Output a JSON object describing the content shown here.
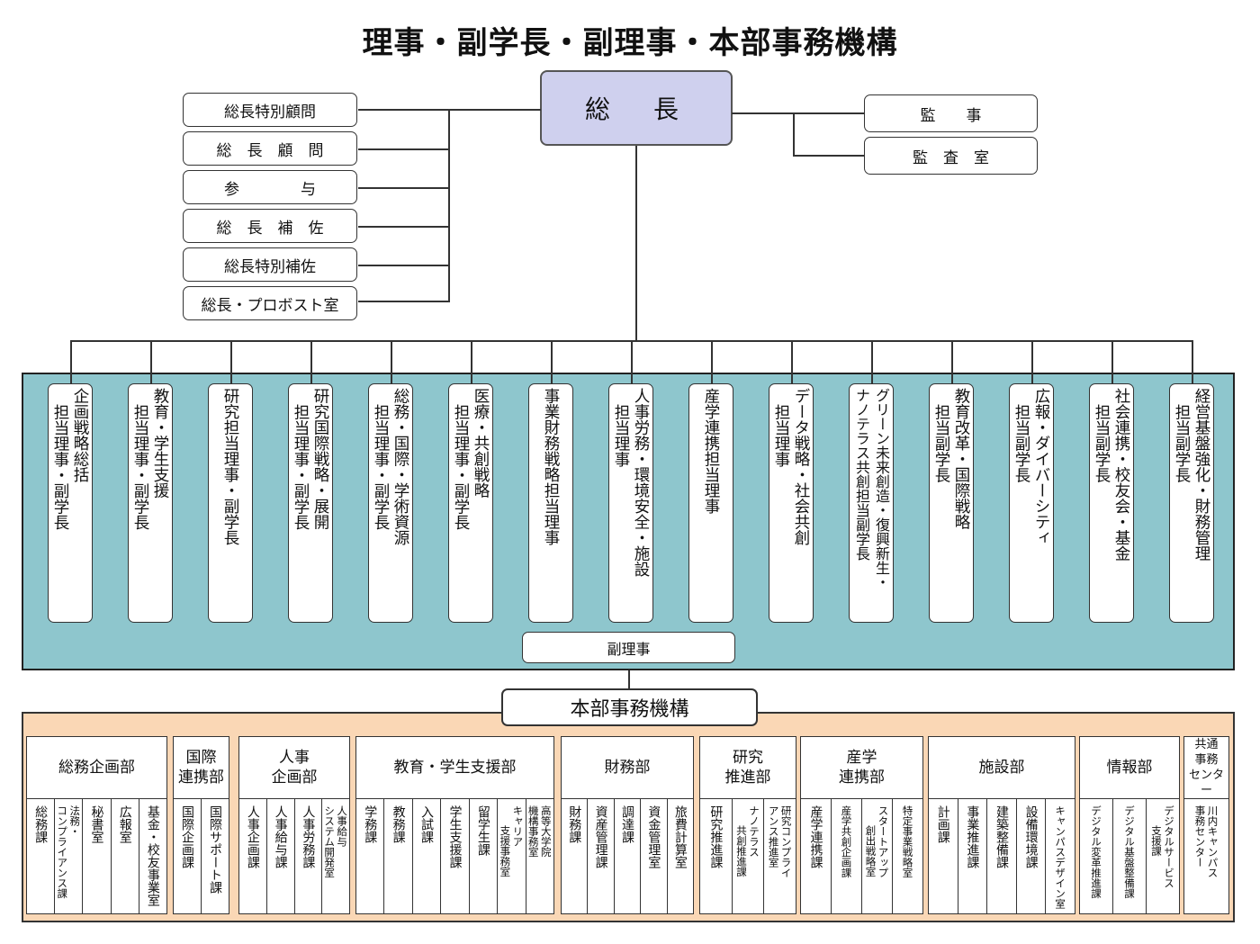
{
  "title": "理事・副学長・副理事・本部事務機構",
  "president": "総　長",
  "advisors": [
    "総長特別顧問",
    "総　長　顧　問",
    "参　　　　与",
    "総　長　補　佐",
    "総長特別補佐",
    "総長・プロボスト室"
  ],
  "auditors": [
    "監　　事",
    "監　査　室"
  ],
  "executives": [
    {
      "l1": "企画戦略総括",
      "l2": "担当理事・副学長"
    },
    {
      "l1": "教育・学生支援",
      "l2": "担当理事・副学長"
    },
    {
      "l1": "研究担当理事・副学長",
      "l2": ""
    },
    {
      "l1": "研究国際戦略・展開",
      "l2": "担当理事・副学長"
    },
    {
      "l1": "総務・国際・学術資源",
      "l2": "担当理事・副学長"
    },
    {
      "l1": "医療・共創戦略",
      "l2": "担当理事・副学長"
    },
    {
      "l1": "事業財務戦略担当理事",
      "l2": ""
    },
    {
      "l1": "人事労務・環境安全・施設",
      "l2": "担当理事"
    },
    {
      "l1": "産学連携担当理事",
      "l2": ""
    },
    {
      "l1": "データ戦略・社会共創",
      "l2": "担当理事"
    },
    {
      "l1": "グリーン未来創造・復興新生・",
      "l2": "ナノテラス共創担当副学長"
    },
    {
      "l1": "教育改革・国際戦略",
      "l2": "担当副学長"
    },
    {
      "l1": "広報・ダイバーシティ",
      "l2": "担当副学長"
    },
    {
      "l1": "社会連携・校友会・基金",
      "l2": "担当副学長"
    },
    {
      "l1": "経営基盤強化・財務管理",
      "l2": "担当副学長"
    }
  ],
  "vice_director": "副理事",
  "admin_title": "本部事務機構",
  "departments": [
    {
      "name": "総務企画部",
      "units": [
        [
          "総務課"
        ],
        [
          "法務・",
          "コンプライアンス課"
        ],
        [
          "秘書室"
        ],
        [
          "広報室"
        ],
        [
          "基金・校友事業室"
        ]
      ]
    },
    {
      "name": "国際\n連携部",
      "units": [
        [
          "国際企画課"
        ],
        [
          "国際サポート課"
        ]
      ]
    },
    {
      "name": "人事\n企画部",
      "units": [
        [
          "人事企画課"
        ],
        [
          "人事給与課"
        ],
        [
          "人事労務課"
        ],
        [
          "人事給与",
          "システム開発室"
        ]
      ]
    },
    {
      "name": "教育・学生支援部",
      "units": [
        [
          "学務課"
        ],
        [
          "教務課"
        ],
        [
          "入試課"
        ],
        [
          "学生支援課"
        ],
        [
          "留学生課"
        ],
        [
          "キャリア",
          "支援事務室"
        ],
        [
          "高等大学院",
          "機構事務室"
        ]
      ]
    },
    {
      "name": "財務部",
      "units": [
        [
          "財務課"
        ],
        [
          "資産管理課"
        ],
        [
          "調達課"
        ],
        [
          "資金管理室"
        ],
        [
          "旅費計算室"
        ]
      ]
    },
    {
      "name": "研究\n推進部",
      "units": [
        [
          "研究推進課"
        ],
        [
          "ナノテラス",
          "共創推進課"
        ],
        [
          "研究コンプライ",
          "アンス推進室"
        ]
      ]
    },
    {
      "name": "産学\n連携部",
      "units": [
        [
          "産学連携課"
        ],
        [
          "産学共創企画課"
        ],
        [
          "スタートアップ",
          "創出戦略室"
        ],
        [
          "特定事業戦略室"
        ]
      ]
    },
    {
      "name": "施設部",
      "units": [
        [
          "計画課"
        ],
        [
          "事業推進課"
        ],
        [
          "建築整備課"
        ],
        [
          "設備環境課"
        ],
        [
          "キャンパスデザイン室"
        ]
      ]
    },
    {
      "name": "情報部",
      "units": [
        [
          "デジタル変革推進課"
        ],
        [
          "デジタル基盤整備課"
        ],
        [
          "デジタルサービス",
          "支援課"
        ]
      ]
    },
    {
      "name": "共通\n事務\nセンター",
      "units": [
        [
          "川内キャンパス",
          "事務センター"
        ]
      ]
    }
  ]
}
